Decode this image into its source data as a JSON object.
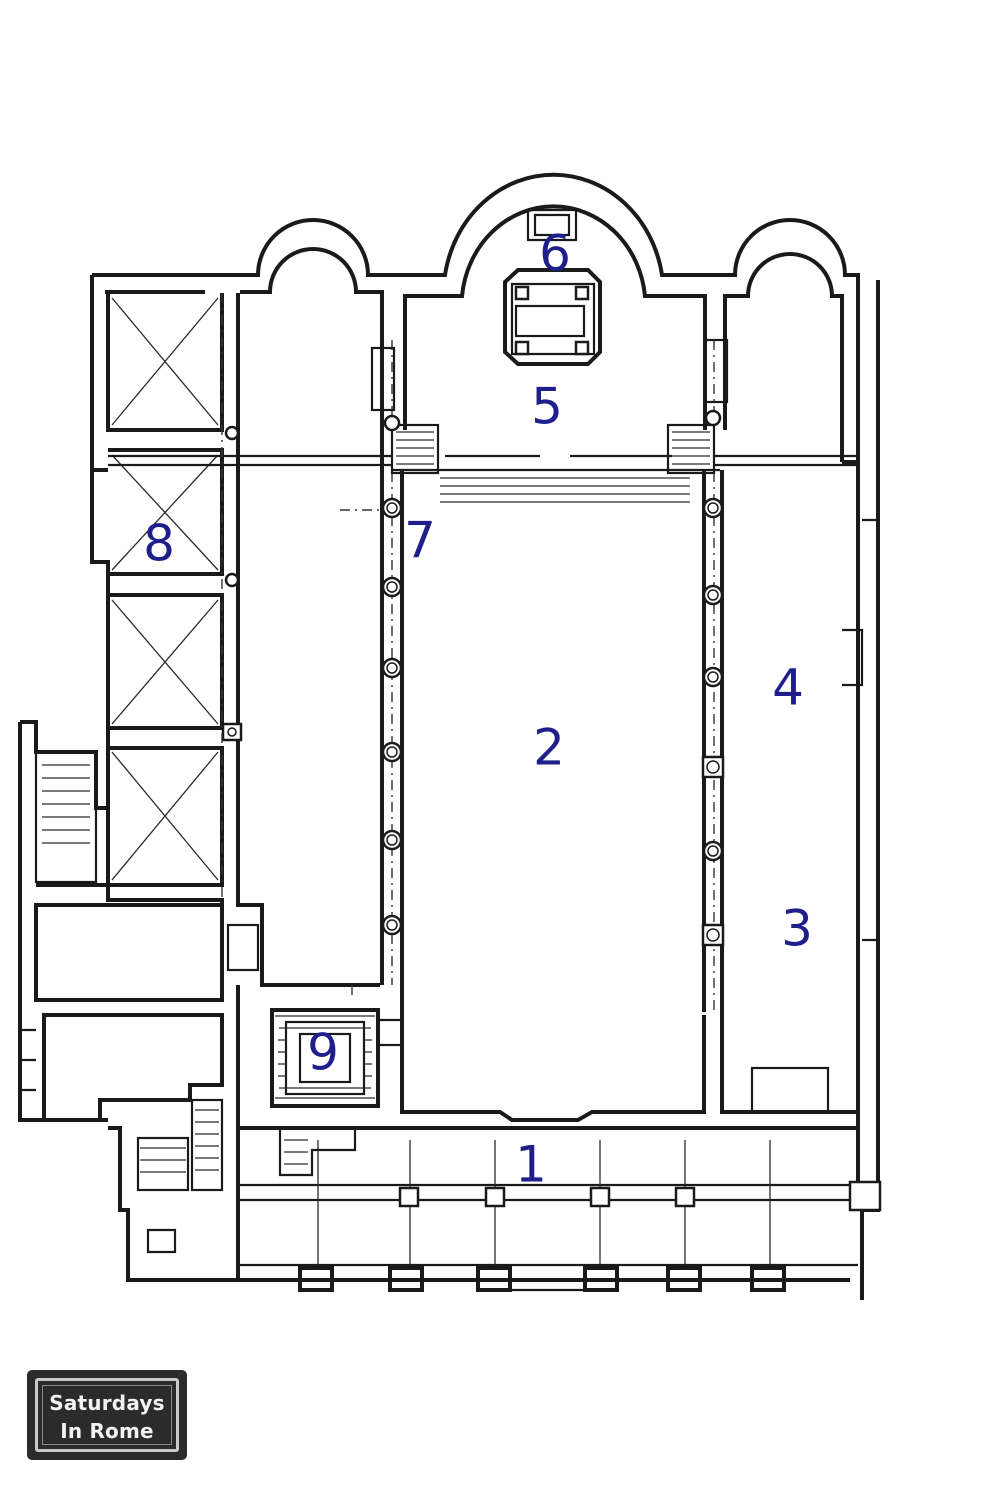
{
  "labels": {
    "l1": "1",
    "l2": "2",
    "l3": "3",
    "l4": "4",
    "l5": "5",
    "l6": "6",
    "l7": "7",
    "l8": "8",
    "l9": "9"
  },
  "logo": {
    "line1": "Saturdays",
    "line2": "In Rome"
  },
  "colors": {
    "label": "#1f1f8c",
    "ink": "#1a1a1a",
    "paper": "#ffffff"
  }
}
